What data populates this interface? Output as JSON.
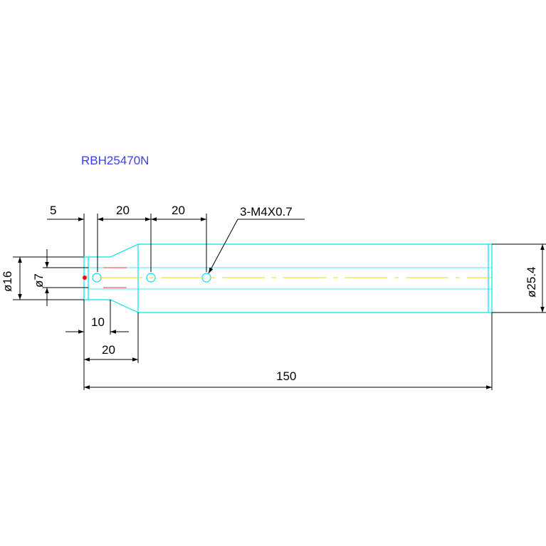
{
  "drawing": {
    "part_number": "RBH25470N",
    "dimensions": {
      "d_chamfer_len": "5",
      "d_hole_spacing_1": "20",
      "d_hole_spacing_2": "20",
      "d_thread_callout": "3-M4X0.7",
      "d_dia_16": "ø16",
      "d_dia_7": "ø7",
      "d_len_10": "10",
      "d_len_20": "20",
      "d_total_length": "150",
      "d_dia_25_4": "ø25.4"
    },
    "colors": {
      "outline": "#00e0f0",
      "dimension": "#000000",
      "centerline": "#e6e000",
      "hidden": "#ff3030",
      "marker": "#ff0000",
      "title": "#3c3cf0"
    }
  }
}
